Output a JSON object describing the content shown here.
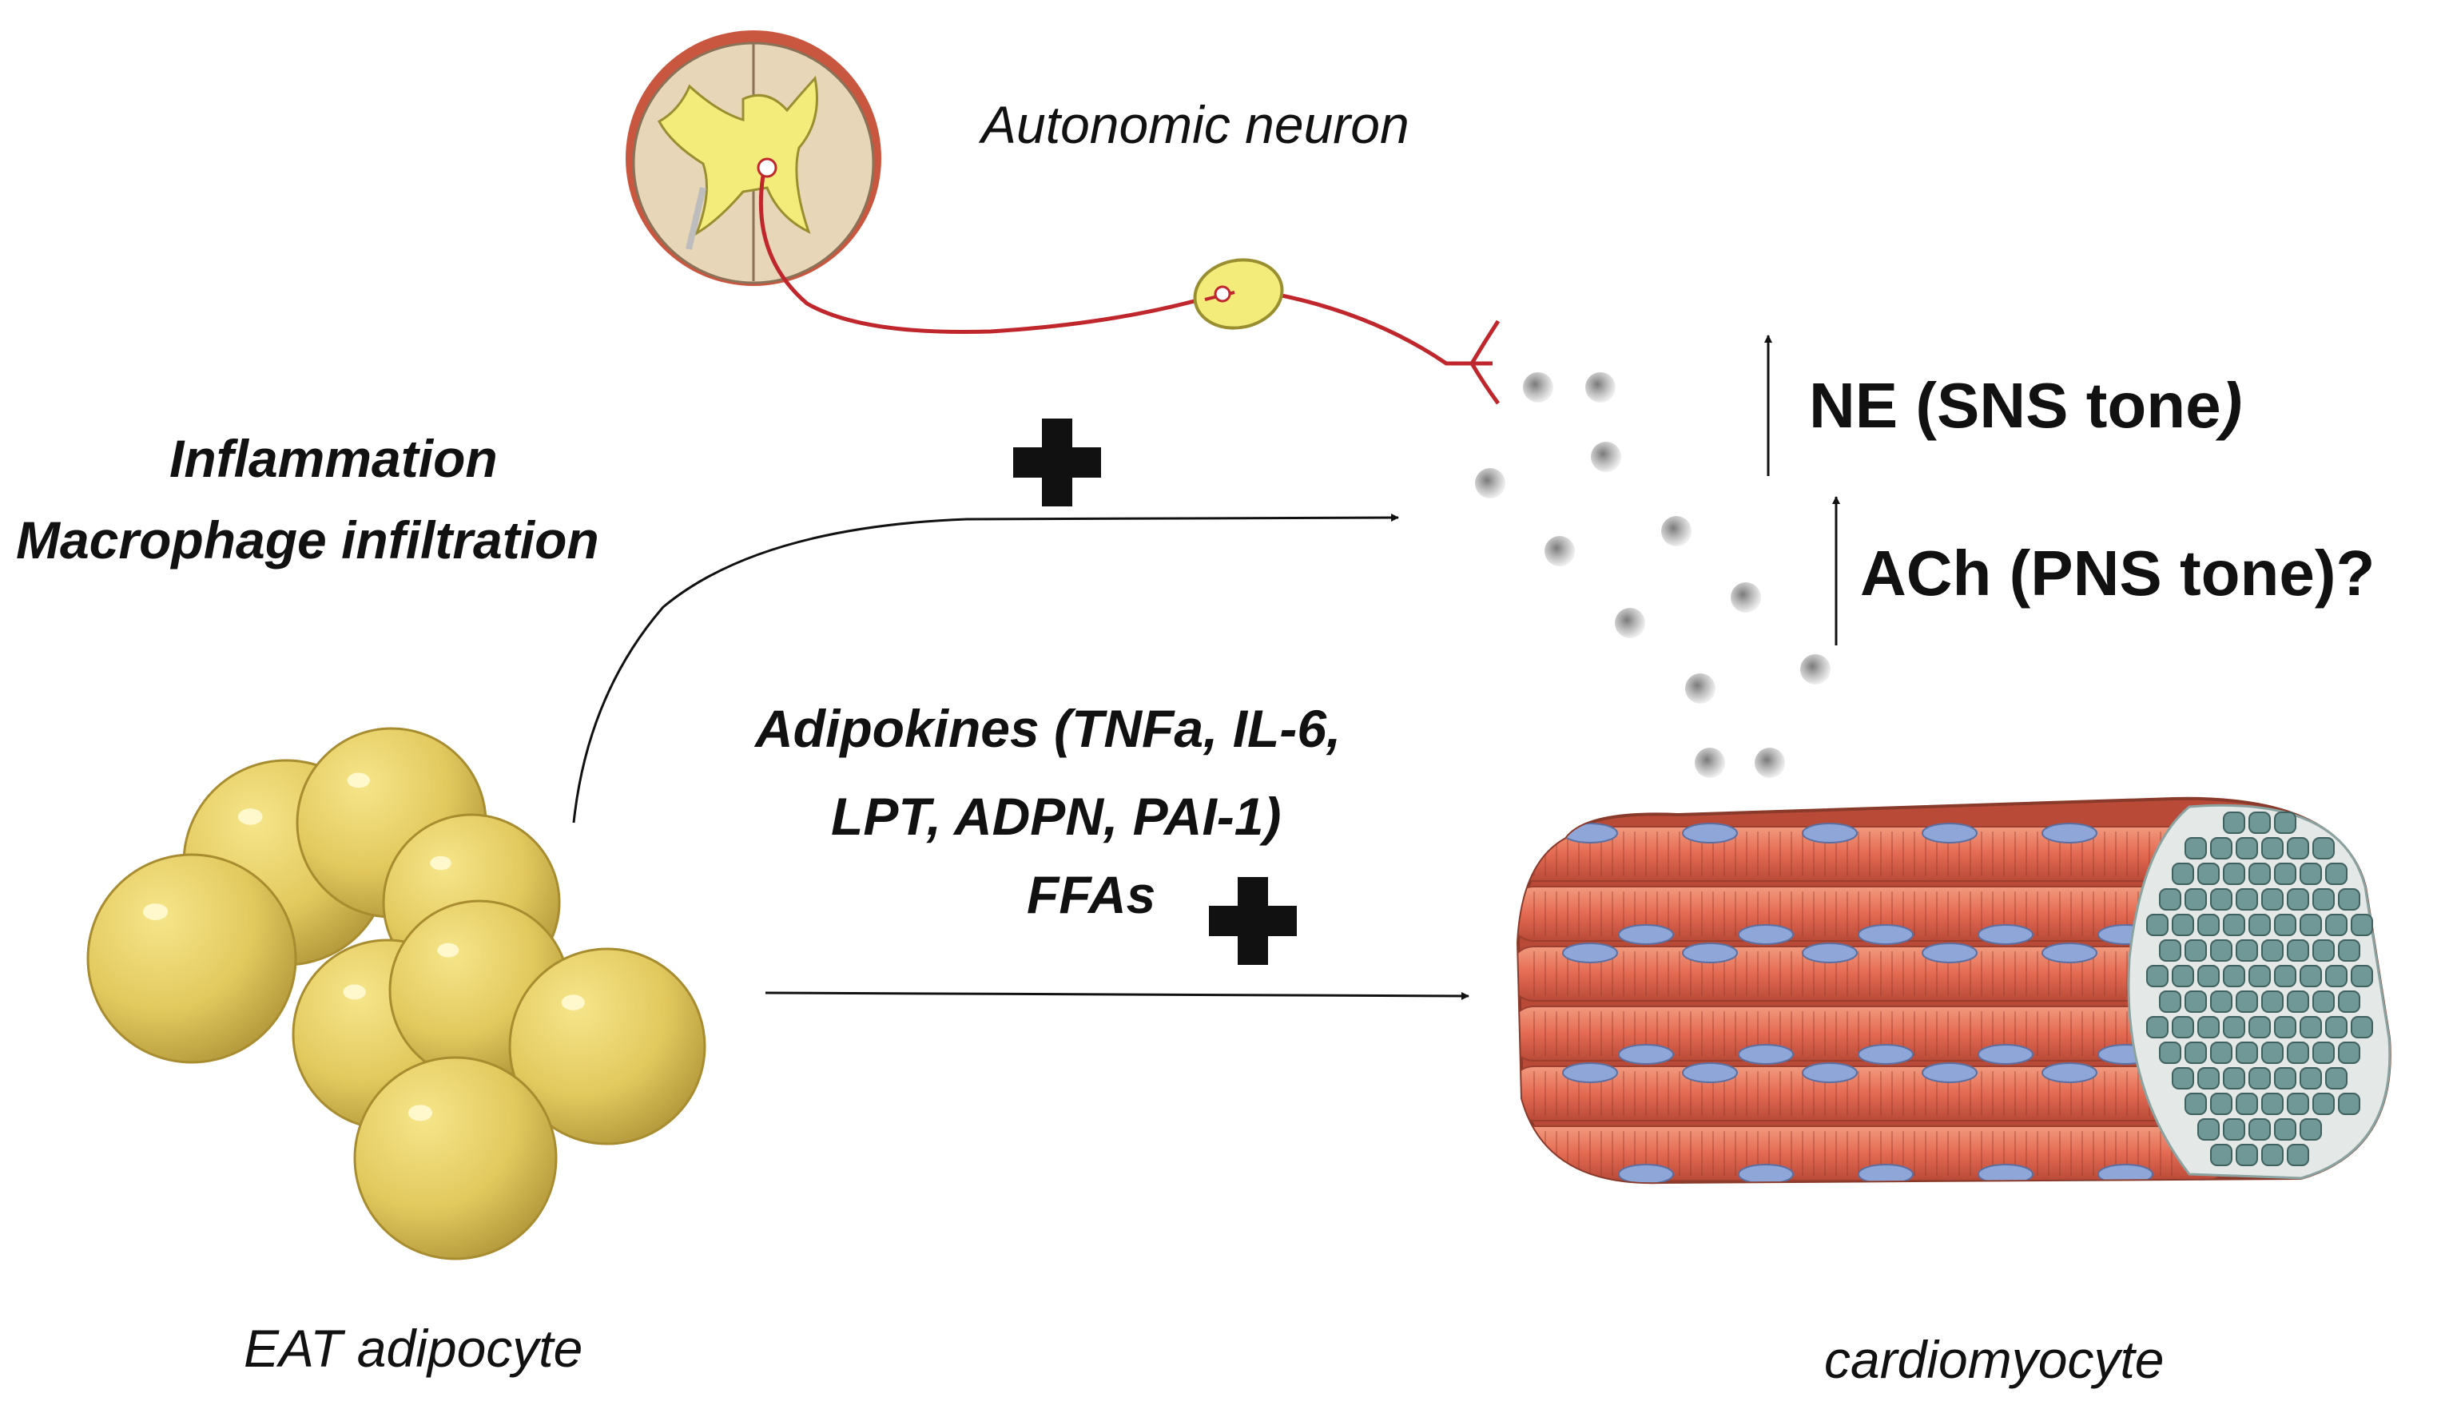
{
  "labels": {
    "autonomic_neuron": "Autonomic neuron",
    "inflammation": "Inflammation",
    "macrophage": "Macrophage  infiltration",
    "adipokines_line1": "Adipokines (TNFa, IL-6,",
    "adipokines_line2": "LPT, ADPN, PAI-1)",
    "ffas": "FFAs",
    "ne": "NE (SNS tone",
    "ne_paren": ")",
    "ach": "ACh (PNS tone)?",
    "eat": "EAT adipocyte",
    "cardiomyocyte": "cardiomyocyte"
  },
  "colors": {
    "nerve": "#c0272d",
    "ganglion": "#f3ec7a",
    "cord": "#e8d6b8",
    "adipocyte": "#e2c95e",
    "muscle": "#e8705a",
    "nucleus": "#8fa6d8",
    "cross_section": "#6f9896",
    "vesicle": "#9a9a9a"
  },
  "icons": [
    "spinal-cord-icon",
    "ganglion-icon",
    "adipocyte-cluster-icon",
    "muscle-fiber-icon",
    "plus-icon"
  ]
}
